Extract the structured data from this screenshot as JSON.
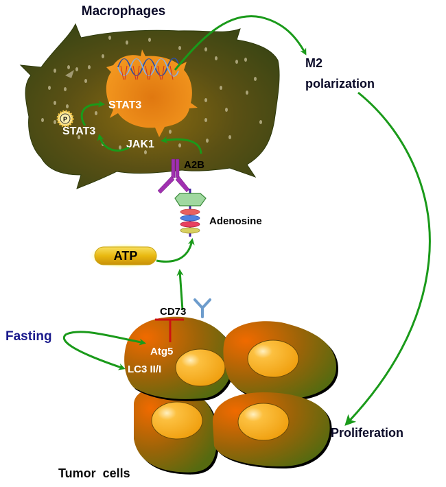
{
  "title": "Macrophages",
  "labels": {
    "macrophages": "Macrophages",
    "m2_line1": "M2",
    "m2_line2": "polarization",
    "stat3_nucleus": "STAT3",
    "stat3_cyto": "STAT3",
    "phospho": "P",
    "jak1": "JAK1",
    "a2b": "A2B",
    "adenosine": "Adenosine",
    "atp": "ATP",
    "cd73": "CD73",
    "fasting": "Fasting",
    "atg5": "Atg5",
    "lc3": "LC3 II/I",
    "proliferation": "Proliferation",
    "tumor_cells": "Tumor  cells"
  },
  "colors": {
    "arrow": "#1a9a1a",
    "inhibit": "#cc1111",
    "fasting_text": "#1a1a8c",
    "macrophage": "#4a4d14",
    "nucleus": "#f08a10",
    "receptor": "#a030b0",
    "cd73_receptor": "#6d9ccc",
    "atp_fill": "#f2c81c"
  }
}
